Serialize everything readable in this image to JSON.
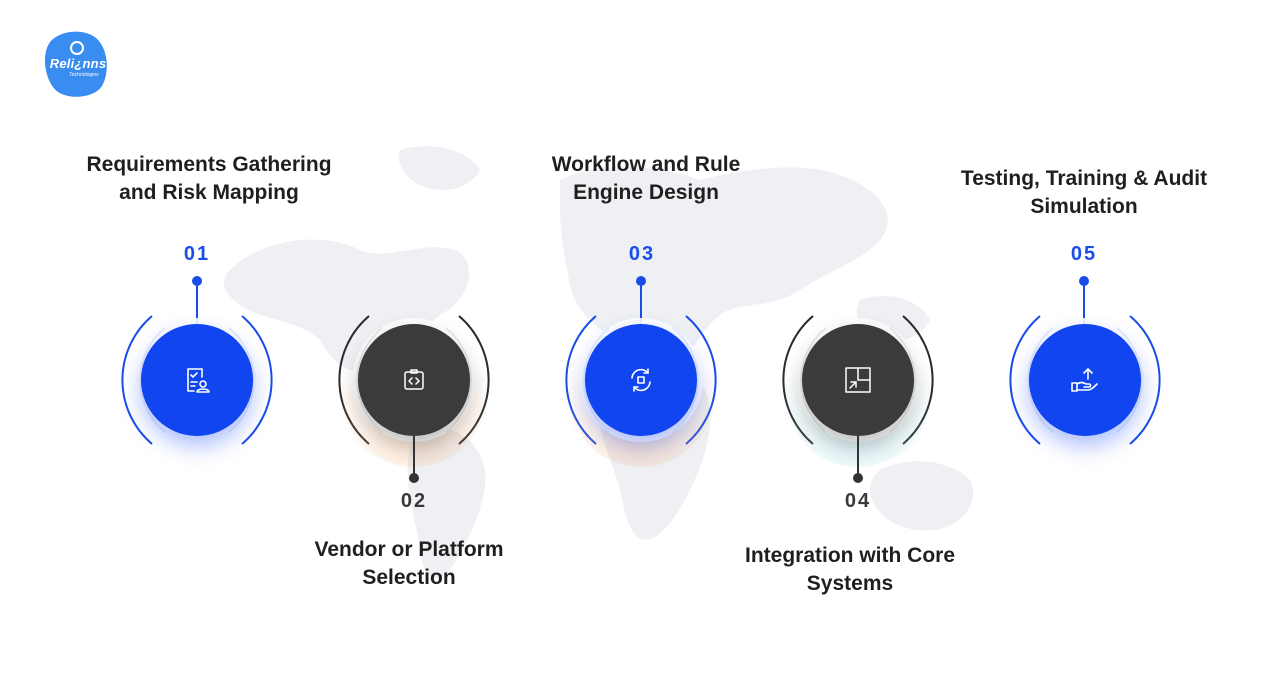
{
  "brand": {
    "logo_text": "Reli¿nns",
    "logo_subtext": "Technologies",
    "logo_color": "#3a8df0"
  },
  "colors": {
    "blue": "#1045f0",
    "dark": "#3b3b3b"
  },
  "steps": [
    {
      "number": "01",
      "title_line1": "Requirements Gathering",
      "title_line2": "and Risk Mapping",
      "icon": "checklist-user-icon",
      "style": "blue"
    },
    {
      "number": "02",
      "title_line1": "Vendor or Platform",
      "title_line2": "Selection",
      "icon": "code-clipboard-icon",
      "style": "dark"
    },
    {
      "number": "03",
      "title_line1": "Workflow and Rule",
      "title_line2": "Engine Design",
      "icon": "cycle-arrows-icon",
      "style": "blue"
    },
    {
      "number": "04",
      "title_line1": "Integration with Core",
      "title_line2": "Systems",
      "icon": "integration-arrow-icon",
      "style": "dark"
    },
    {
      "number": "05",
      "title_line1": "Testing, Training & Audit",
      "title_line2": "Simulation",
      "icon": "hand-upload-icon",
      "style": "blue"
    }
  ]
}
